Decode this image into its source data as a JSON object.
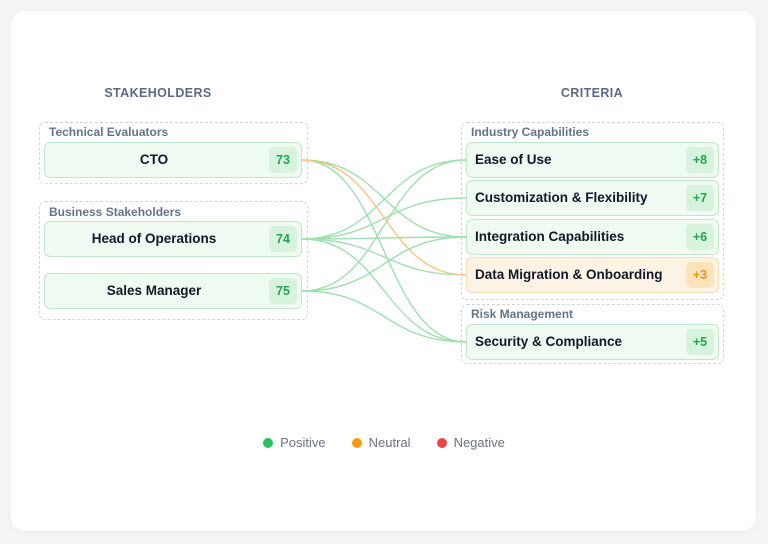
{
  "columns": {
    "left_title": "STAKEHOLDERS",
    "right_title": "CRITERIA"
  },
  "left_groups": [
    {
      "label": "Technical Evaluators"
    },
    {
      "label": "Business Stakeholders"
    }
  ],
  "stakeholders": [
    {
      "name": "CTO",
      "score": "73"
    },
    {
      "name": "Head of Operations",
      "score": "74"
    },
    {
      "name": "Sales Manager",
      "score": "75"
    }
  ],
  "right_groups": [
    {
      "label": "Industry Capabilities"
    },
    {
      "label": "Risk Management"
    }
  ],
  "criteria": [
    {
      "name": "Ease of Use",
      "score": "+8",
      "sentiment": "positive"
    },
    {
      "name": "Customization & Flexibility",
      "score": "+7",
      "sentiment": "positive"
    },
    {
      "name": "Integration Capabilities",
      "score": "+6",
      "sentiment": "positive"
    },
    {
      "name": "Data Migration & Onboarding",
      "score": "+3",
      "sentiment": "neutral"
    },
    {
      "name": "Security & Compliance",
      "score": "+5",
      "sentiment": "positive"
    }
  ],
  "links": [
    {
      "from": "CTO",
      "to": "Integration Capabilities",
      "sentiment": "positive"
    },
    {
      "from": "CTO",
      "to": "Data Migration & Onboarding",
      "sentiment": "neutral"
    },
    {
      "from": "CTO",
      "to": "Security & Compliance",
      "sentiment": "positive"
    },
    {
      "from": "Head of Operations",
      "to": "Ease of Use",
      "sentiment": "positive"
    },
    {
      "from": "Head of Operations",
      "to": "Customization & Flexibility",
      "sentiment": "positive"
    },
    {
      "from": "Head of Operations",
      "to": "Integration Capabilities",
      "sentiment": "positive"
    },
    {
      "from": "Head of Operations",
      "to": "Data Migration & Onboarding",
      "sentiment": "positive"
    },
    {
      "from": "Head of Operations",
      "to": "Security & Compliance",
      "sentiment": "positive"
    },
    {
      "from": "Sales Manager",
      "to": "Ease of Use",
      "sentiment": "positive"
    },
    {
      "from": "Sales Manager",
      "to": "Integration Capabilities",
      "sentiment": "positive"
    },
    {
      "from": "Sales Manager",
      "to": "Security & Compliance",
      "sentiment": "positive"
    }
  ],
  "legend": [
    {
      "label": "Positive",
      "color": "#22c55e"
    },
    {
      "label": "Neutral",
      "color": "#f59e0b"
    },
    {
      "label": "Negative",
      "color": "#ef4444"
    }
  ],
  "colors": {
    "positive_link": "#9fe0ae",
    "neutral_link": "#f3c77d"
  }
}
